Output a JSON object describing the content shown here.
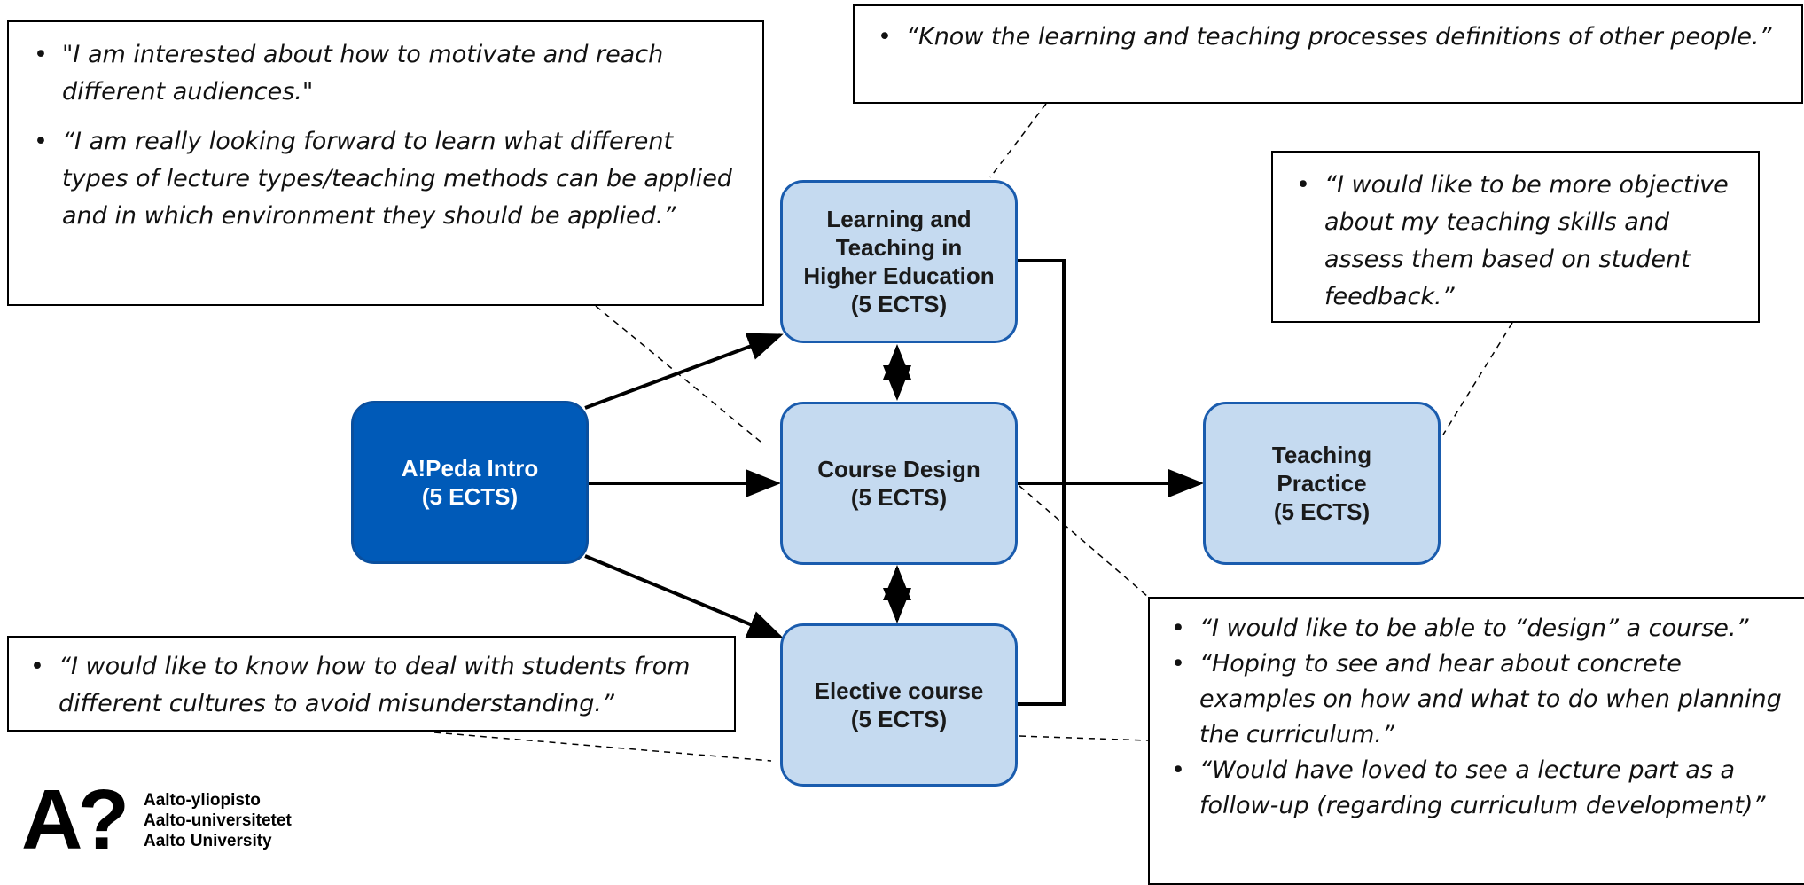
{
  "nodes": {
    "intro": "A!Peda Intro\n(5 ECTS)",
    "learning_teaching": "Learning and\nTeaching in\nHigher Education\n(5 ECTS)",
    "course_design": "Course Design\n(5 ECTS)",
    "elective": "Elective course\n(5 ECTS)",
    "teaching_practice": "Teaching\nPractice\n(5 ECTS)"
  },
  "quotes": {
    "top_left": [
      "\"I am interested about how to motivate and reach different audiences.\"",
      "“I am really looking forward to learn what different types of lecture types/teaching methods can be applied and in which environment they should be applied.”"
    ],
    "top": [
      "“Know the learning and teaching processes definitions of other people.”"
    ],
    "top_right": [
      "“I would like to be more objective about my teaching skills and assess them based on student feedback.”"
    ],
    "bottom_left": [
      "“I would like to know how to deal with students from different cultures to avoid misunderstanding.”"
    ],
    "bottom_right": [
      "“I would like to be able to “design” a course.”",
      "“Hoping to see and hear about concrete examples on how and what to do when planning the curriculum.”",
      "“Would have loved to see a lecture part as a follow-up (regarding curriculum development)”"
    ]
  },
  "logo": {
    "mark": "A?",
    "lines": [
      "Aalto-yliopisto",
      "Aalto-universitetet",
      "Aalto University"
    ]
  }
}
